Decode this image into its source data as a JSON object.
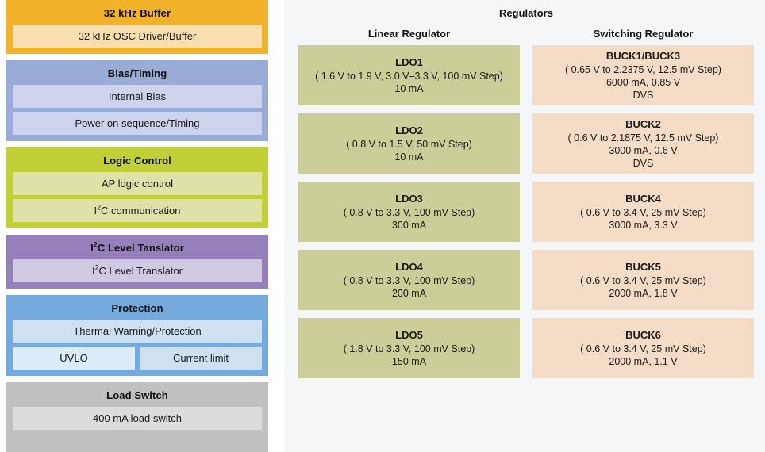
{
  "left_panel": {
    "blocks": [
      {
        "title": "32 kHz Buffer",
        "theme": "blk-osc",
        "items": [
          {
            "label": "32 kHz OSC Driver/Buffer"
          }
        ]
      },
      {
        "title": "Bias/Timing",
        "theme": "blk-bias",
        "items": [
          {
            "label": "Internal Bias"
          },
          {
            "label": "Power on sequence/Timing"
          }
        ]
      },
      {
        "title": "Logic Control",
        "theme": "blk-logic",
        "items": [
          {
            "label": "AP logic control"
          },
          {
            "label": "I²C communication"
          }
        ]
      },
      {
        "title": "I²C Level Tanslator",
        "theme": "blk-i2c",
        "items": [
          {
            "label": "I²C Level Translator"
          }
        ]
      },
      {
        "title": "Protection",
        "theme": "blk-prot",
        "items": [
          {
            "label": "Thermal Warning/Protection"
          }
        ],
        "row_items": [
          {
            "label": "UVLO",
            "variant": "light"
          },
          {
            "label": "Current limit",
            "variant": ""
          }
        ]
      },
      {
        "title": "Load Switch",
        "theme": "blk-load",
        "items": [
          {
            "label": "400 mA load switch"
          }
        ]
      }
    ]
  },
  "right_panel": {
    "title": "Regulators",
    "columns": [
      {
        "heading": "Linear Regulator",
        "theme": "reg-ldo"
      },
      {
        "heading": "Switching Regulator",
        "theme": "reg-buck"
      }
    ],
    "linear_regulators": [
      {
        "name": "LDO1",
        "range": "( 1.6 V to 1.9 V, 3.0 V–3.3 V, 100 mV Step)",
        "current": "10 mA",
        "extra": ""
      },
      {
        "name": "LDO2",
        "range": "( 0.8 V to 1.5 V, 50 mV Step)",
        "current": "10 mA",
        "extra": ""
      },
      {
        "name": "LDO3",
        "range": "( 0.8 V to 3.3 V, 100 mV Step)",
        "current": "300 mA",
        "extra": ""
      },
      {
        "name": "LDO4",
        "range": "( 0.8 V to 3.3 V, 100 mV Step)",
        "current": "200 mA",
        "extra": ""
      },
      {
        "name": "LDO5",
        "range": "( 1.8 V to 3.3 V, 100 mV Step)",
        "current": "150 mA",
        "extra": ""
      }
    ],
    "switching_regulators": [
      {
        "name": "BUCK1/BUCK3",
        "range": "( 0.65 V to 2.2375 V, 12.5 mV Step)",
        "current": "6000 mA, 0.85 V",
        "extra": "DVS"
      },
      {
        "name": "BUCK2",
        "range": "( 0.6 V to 2.1875 V, 12.5 mV Step)",
        "current": "3000 mA, 0.6 V",
        "extra": "DVS"
      },
      {
        "name": "BUCK4",
        "range": "( 0.6 V to 3.4 V, 25 mV Step)",
        "current": "3000 mA, 3.3 V",
        "extra": ""
      },
      {
        "name": "BUCK5",
        "range": "( 0.6 V to 3.4 V, 25 mV Step)",
        "current": "2000 mA, 1.8 V",
        "extra": ""
      },
      {
        "name": "BUCK6",
        "range": "( 0.6 V to 3.4 V, 25 mV Step)",
        "current": "2000 mA, 1.1 V",
        "extra": ""
      }
    ]
  },
  "colors": {
    "osc_header": "#f2b229",
    "osc_item": "#f9dfb0",
    "bias_header": "#9aabd8",
    "bias_item": "#cdd3ea",
    "logic_header": "#c2d038",
    "logic_item": "#dfe2a8",
    "i2c_header": "#9680bb",
    "i2c_item": "#cfc9e2",
    "protection_header": "#75aade",
    "protection_item": "#cfe0f0",
    "protection_item_light": "#dbebf8",
    "load_header": "#c0c0c0",
    "load_item": "#dcdcdc",
    "ldo_box": "#ccce9a",
    "buck_box": "#f5dcc7",
    "right_panel_bg": "#f4f6f8",
    "left_panel_bg": "#ffffff"
  }
}
